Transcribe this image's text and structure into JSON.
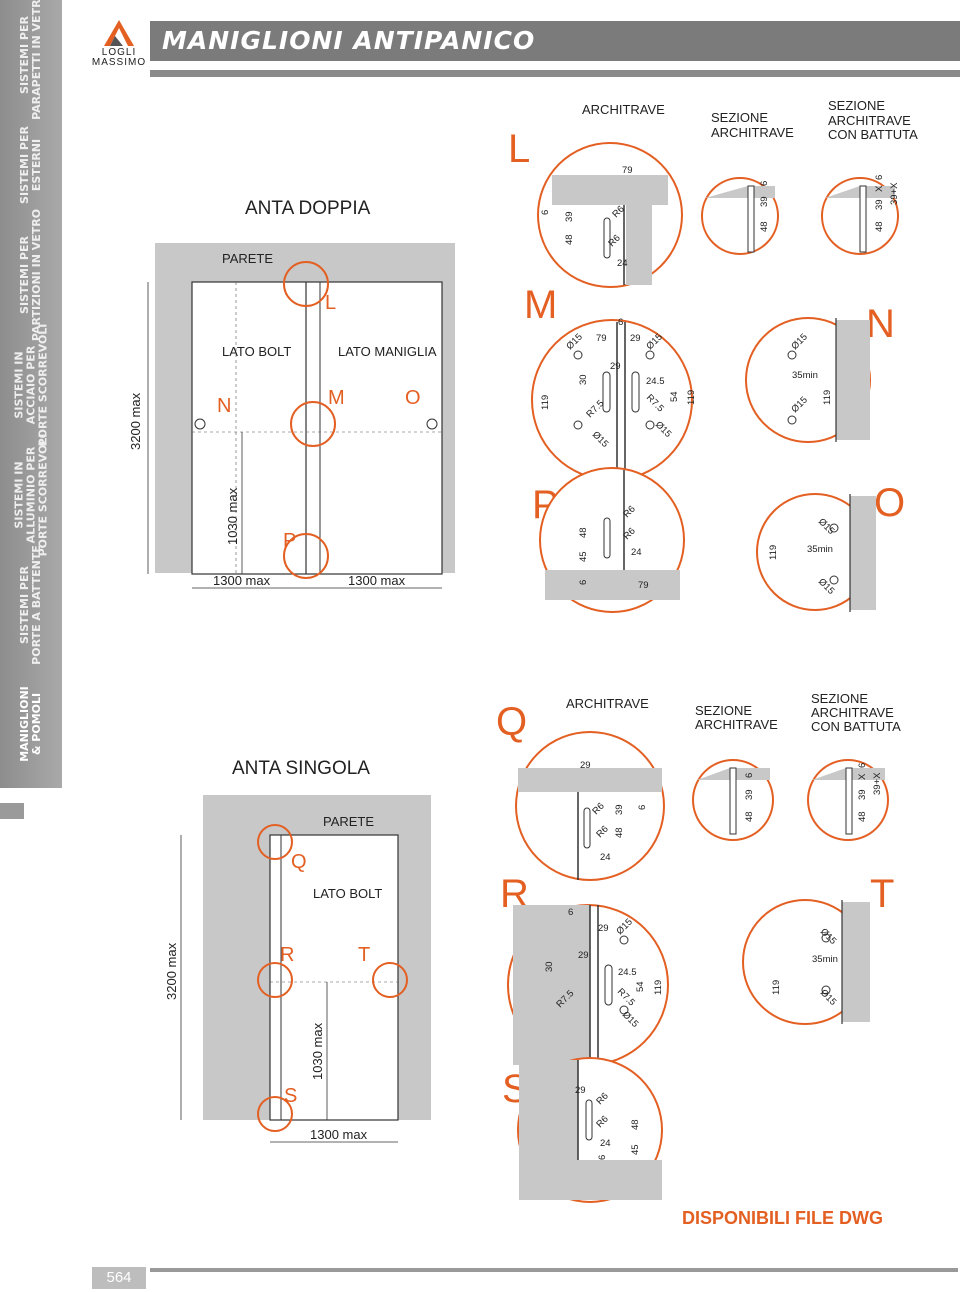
{
  "sidebar": {
    "items": [
      {
        "label": "SISTEMI PER\nPARAPETTI IN VETRO"
      },
      {
        "label": "SISTEMI PER\nESTERNI"
      },
      {
        "label": "SISTEMI PER\nPARTIZIONI IN VETRO"
      },
      {
        "label": "SISTEMI IN\nACCIAIO PER\nPORTE SCORREVOLI"
      },
      {
        "label": "SISTEMI IN\nALLUMINIO PER\nPORTE SCORREVOLI"
      },
      {
        "label": "SISTEMI PER\nPORTE A BATTENTE"
      },
      {
        "label": "MANIGLIONI\n& POMOLI"
      }
    ]
  },
  "header": {
    "title": "MANIGLIONI ANTIPANICO",
    "logo_top": "LOGLI",
    "logo_bottom": "MASSIMO"
  },
  "anta_doppia": {
    "title": "ANTA DOPPIA",
    "parete": "PARETE",
    "lato_bolt": "LATO BOLT",
    "lato_maniglia": "LATO MANIGLIA",
    "height": "3200 max",
    "handle_height": "1030 max",
    "width_left": "1300 max",
    "width_right": "1300 max",
    "markers": [
      "N",
      "L",
      "M",
      "O",
      "P"
    ]
  },
  "anta_singola": {
    "title": "ANTA SINGOLA",
    "parete": "PARETE",
    "lato_bolt": "LATO BOLT",
    "height": "3200 max",
    "handle_height": "1030 max",
    "width": "1300 max",
    "markers": [
      "Q",
      "R",
      "T",
      "S"
    ]
  },
  "details": {
    "letters": [
      "L",
      "M",
      "P",
      "N",
      "O",
      "Q",
      "R",
      "S",
      "T"
    ],
    "architrave": "ARCHITRAVE",
    "sezione_architrave": "SEZIONE\nARCHITRAVE",
    "sezione_battuta": "SEZIONE\nARCHITRAVE\nCON BATTUTA",
    "dims": {
      "d6": "6",
      "d39": "39",
      "d48": "48",
      "d79": "79",
      "d24": "24",
      "d29": "29",
      "d30": "30",
      "d45": "45",
      "d54": "54",
      "d119": "119",
      "d245": "24.5",
      "r6": "R6",
      "r75": "R7.5",
      "o15": "Ø15",
      "min35": "35min",
      "x": "X",
      "x39": "39+X"
    }
  },
  "footer": {
    "note": "DISPONIBILI FILE DWG",
    "page": "564"
  },
  "colors": {
    "accent": "#e35f22",
    "wall": "#c8c8c8",
    "sidebar": "#9c9c9c",
    "header": "#7b7b7b"
  }
}
